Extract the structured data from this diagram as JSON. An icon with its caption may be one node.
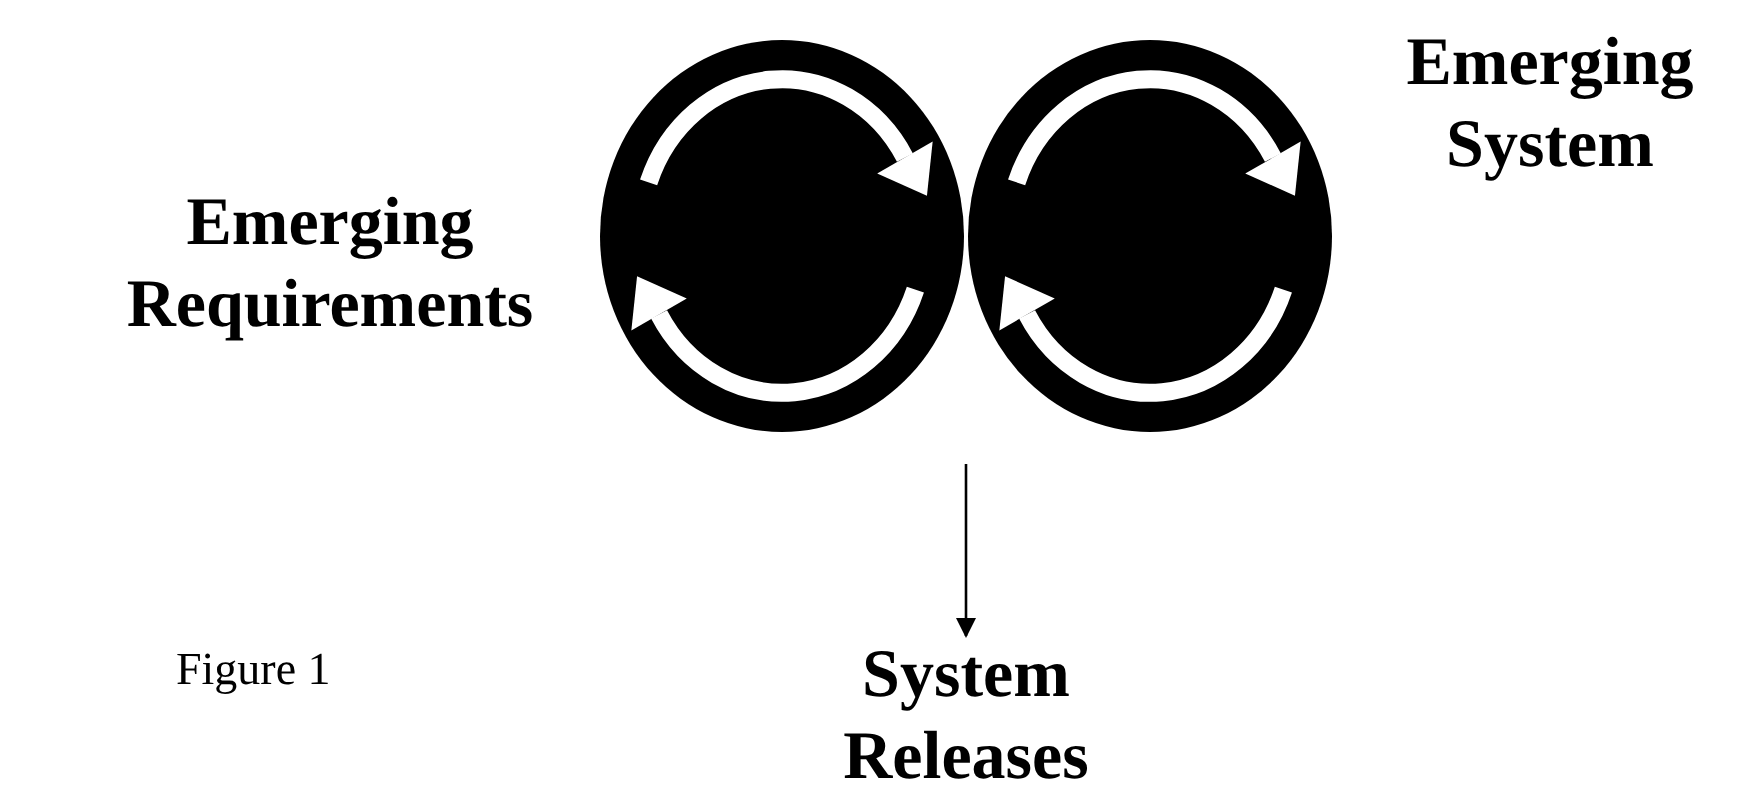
{
  "diagram": {
    "caption": "Figure 1",
    "nodes": [
      {
        "text": [],
        "shape": "circle",
        "beside": [
          "Emerging Requirements"
        ]
      },
      {
        "text": [],
        "shape": "circle",
        "beside": [
          "Emerging System"
        ]
      },
      {
        "text": [
          "System Releases"
        ]
      }
    ],
    "edges": [
      {
        "from": null,
        "to": 2,
        "arrow": "to"
      }
    ]
  }
}
